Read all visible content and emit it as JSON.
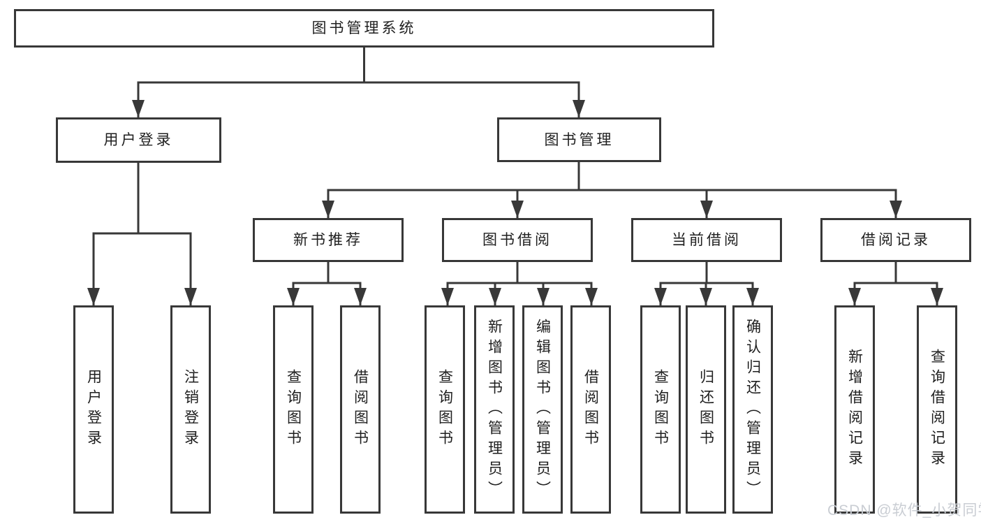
{
  "diagram": {
    "title": "图书管理系统",
    "root": {
      "label": "图书管理系统"
    },
    "user_login": {
      "label": "用户登录",
      "children": [
        {
          "label": "用户登录"
        },
        {
          "label": "注销登录"
        }
      ]
    },
    "book_mgmt": {
      "label": "图书管理",
      "groups": [
        {
          "label": "新书推荐",
          "children": [
            {
              "label": "查询图书"
            },
            {
              "label": "借阅图书"
            }
          ]
        },
        {
          "label": "图书借阅",
          "children": [
            {
              "label": "查询图书"
            },
            {
              "label": "新增图书（管理员）"
            },
            {
              "label": "编辑图书（管理员）"
            },
            {
              "label": "借阅图书"
            }
          ]
        },
        {
          "label": "当前借阅",
          "children": [
            {
              "label": "查询图书"
            },
            {
              "label": "归还图书"
            },
            {
              "label": "确认归还（管理员）"
            }
          ]
        },
        {
          "label": "借阅记录",
          "children": [
            {
              "label": "新增借阅记录"
            },
            {
              "label": "查询借阅记录"
            }
          ]
        }
      ]
    }
  },
  "watermark": {
    "text": "CSDN @软件_小贺同学"
  },
  "colors": {
    "line": "#383838",
    "box_border": "#383838",
    "box_fill": "#ffffff",
    "text": "#1f1f1f",
    "watermark": "#c9cdd3",
    "background": "#ffffff"
  }
}
